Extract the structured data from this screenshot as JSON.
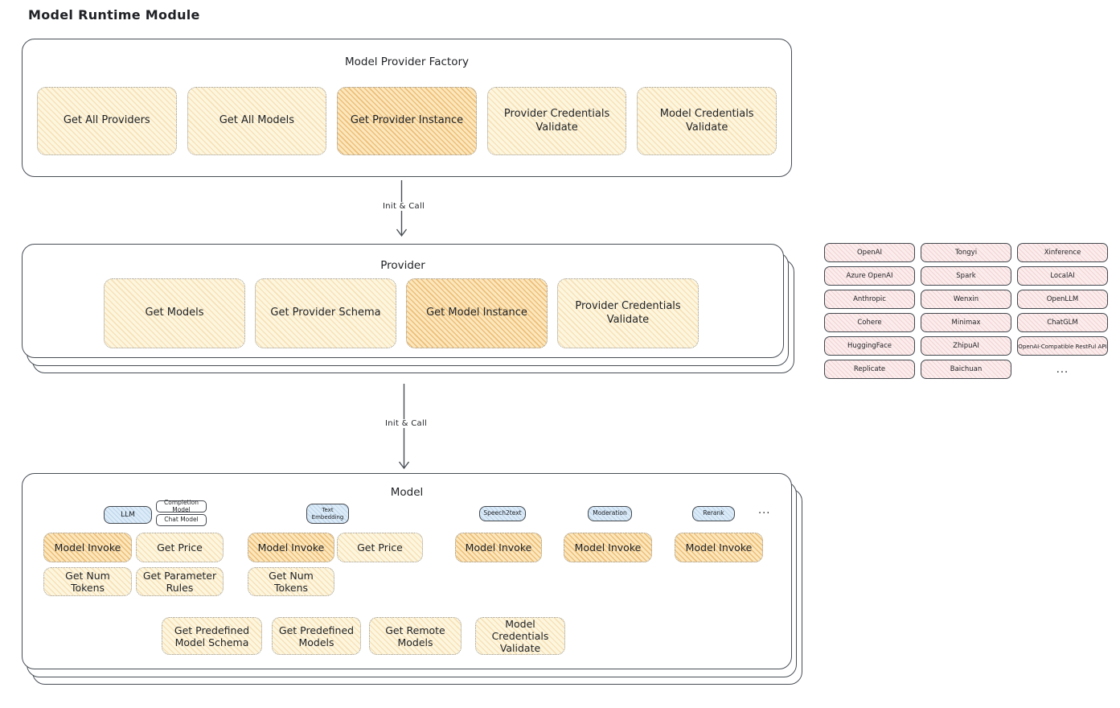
{
  "title": "Model Runtime Module",
  "factory": {
    "title": "Model Provider Factory",
    "items": [
      "Get All Providers",
      "Get All Models",
      "Get Provider Instance",
      "Provider Credentials Validate",
      "Model Credentials Validate"
    ]
  },
  "arrows": {
    "init_call_1": "Init & Call",
    "init_call_2": "Init & Call"
  },
  "provider": {
    "title": "Provider",
    "items": [
      "Get Models",
      "Get Provider Schema",
      "Get Model Instance",
      "Provider Credentials Validate"
    ]
  },
  "vendors": {
    "items": [
      "OpenAI",
      "Tongyi",
      "Xinference",
      "Azure OpenAI",
      "Spark",
      "LocalAI",
      "Anthropic",
      "Wenxin",
      "OpenLLM",
      "Cohere",
      "Minimax",
      "ChatGLM",
      "HuggingFace",
      "ZhipuAI",
      "OpenAI-Compatible RestFul API",
      "Replicate",
      "Baichuan"
    ],
    "more": "..."
  },
  "model": {
    "title": "Model",
    "types": [
      "LLM",
      "Completion Model",
      "Chat Model",
      "Text Embedding",
      "Speech2text",
      "Moderation",
      "Rerank"
    ],
    "types_more": "...",
    "actions_row1": [
      "Model Invoke",
      "Get Price",
      "Model Invoke",
      "Get Price",
      "Model Invoke",
      "Model Invoke",
      "Model Invoke"
    ],
    "actions_row2": [
      "Get Num Tokens",
      "Get Parameter Rules",
      "Get Num Tokens"
    ],
    "actions_row3": [
      "Get Predefined Model Schema",
      "Get Predefined Models",
      "Get Remote Models",
      "Model Credentials Validate"
    ]
  },
  "colors": {
    "stroke_dark": "#484e55",
    "yellow_light": "#fdf6df",
    "yellow_highlight": "#fbe7bd",
    "pink": "#fbeded",
    "blue": "#dcebf7",
    "dotted_border": "#9c9c9c"
  }
}
